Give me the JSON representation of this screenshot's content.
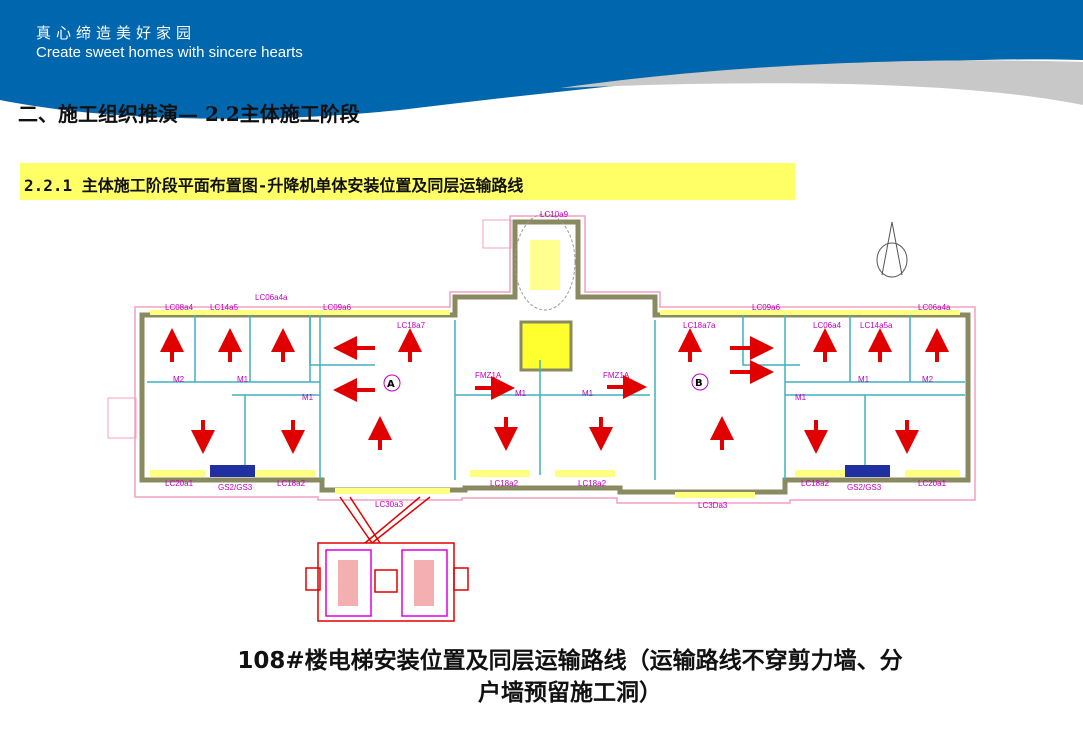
{
  "header": {
    "slogan_cn": "真心缔造美好家园",
    "slogan_en": "Create sweet homes with sincere hearts",
    "brand_color": "#0066ad"
  },
  "title": "二、施工组织推演— 2.2主体施工阶段",
  "subtitle": "2.2.1 主体施工阶段平面布置图-升降机单体安装位置及同层运输路线",
  "plan_labels": {
    "top": [
      "LC08a4",
      "LC14a5",
      "LC06a4a",
      "LC09a6",
      "LC18a7",
      "LC10a9",
      "LC09a6",
      "LC06a4a",
      "LC18a7a",
      "LC06a4",
      "LC14a5a"
    ],
    "bottom": [
      "LC20a1",
      "GS2/GS3",
      "LC18a2",
      "LC30a3",
      "LC18a2",
      "LC18a2",
      "LC3Da3",
      "LC18a2",
      "GS2/GS3",
      "LC20a1"
    ],
    "doors": [
      "M2",
      "M1",
      "M1",
      "FMZ1A",
      "FMZ1A",
      "M1",
      "M1",
      "M1",
      "M1",
      "M2"
    ],
    "units": [
      "A",
      "B"
    ]
  },
  "caption_line1": "108#楼电梯安装位置及同层运输路线（运输路线不穿剪力墙、分",
  "caption_line2": "户墙预留施工洞）",
  "colors": {
    "arrow": "#e00000",
    "wall": "#8a8a60",
    "window": "#ffff80",
    "hoist": "#e00000"
  }
}
